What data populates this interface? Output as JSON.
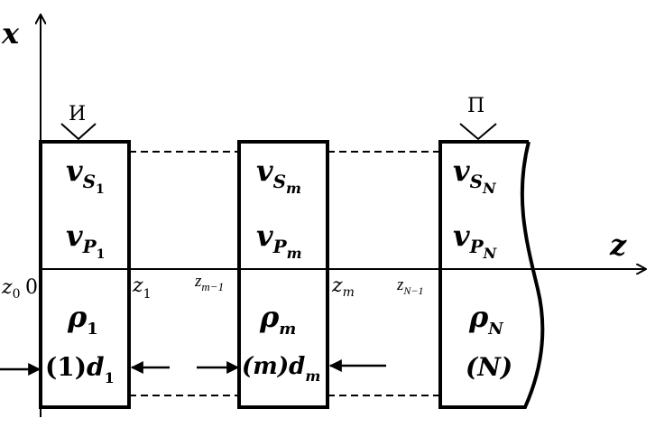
{
  "axes": {
    "vertical_label": "x",
    "horizontal_label": "z",
    "origin_label": "0"
  },
  "markers": {
    "source_label": "И",
    "receiver_label": "П"
  },
  "boundaries": {
    "z0": {
      "base": "z",
      "sub": "0"
    },
    "z1": {
      "base": "z",
      "sub": "1"
    },
    "zm1": {
      "base": "z",
      "sub": "m−1"
    },
    "zm": {
      "base": "z",
      "sub": "m"
    },
    "zN1": {
      "base": "z",
      "sub": "N−1"
    }
  },
  "layers": [
    {
      "vs": {
        "v": "v",
        "S": "S",
        "sub": "1"
      },
      "vp": {
        "v": "v",
        "P": "P",
        "sub": "1"
      },
      "rho": {
        "rho": "ρ",
        "sub": "1"
      },
      "label": {
        "index": "(1)",
        "d": "d",
        "sub": "1"
      }
    },
    {
      "vs": {
        "v": "v",
        "S": "S",
        "sub": "m"
      },
      "vp": {
        "v": "v",
        "P": "P",
        "sub": "m"
      },
      "rho": {
        "rho": "ρ",
        "sub": "m"
      },
      "label": {
        "index": "(m)",
        "d": "d",
        "sub": "m"
      }
    },
    {
      "vs": {
        "v": "v",
        "S": "S",
        "sub": "N"
      },
      "vp": {
        "v": "v",
        "P": "P",
        "sub": "N"
      },
      "rho": {
        "rho": "ρ",
        "sub": "N"
      },
      "label": {
        "index": "(N)"
      }
    }
  ]
}
